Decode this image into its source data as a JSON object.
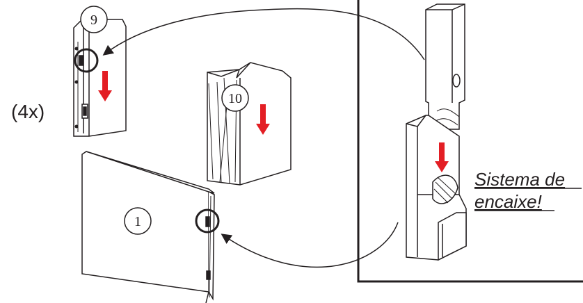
{
  "quantity_label": "(4x)",
  "parts": {
    "panel": "1",
    "bracket": "9",
    "cover": "10"
  },
  "callout": {
    "line1": "Sistema de",
    "line2": "encaixe!"
  },
  "colors": {
    "arrow": "#e31e24",
    "ink": "#231f20"
  }
}
